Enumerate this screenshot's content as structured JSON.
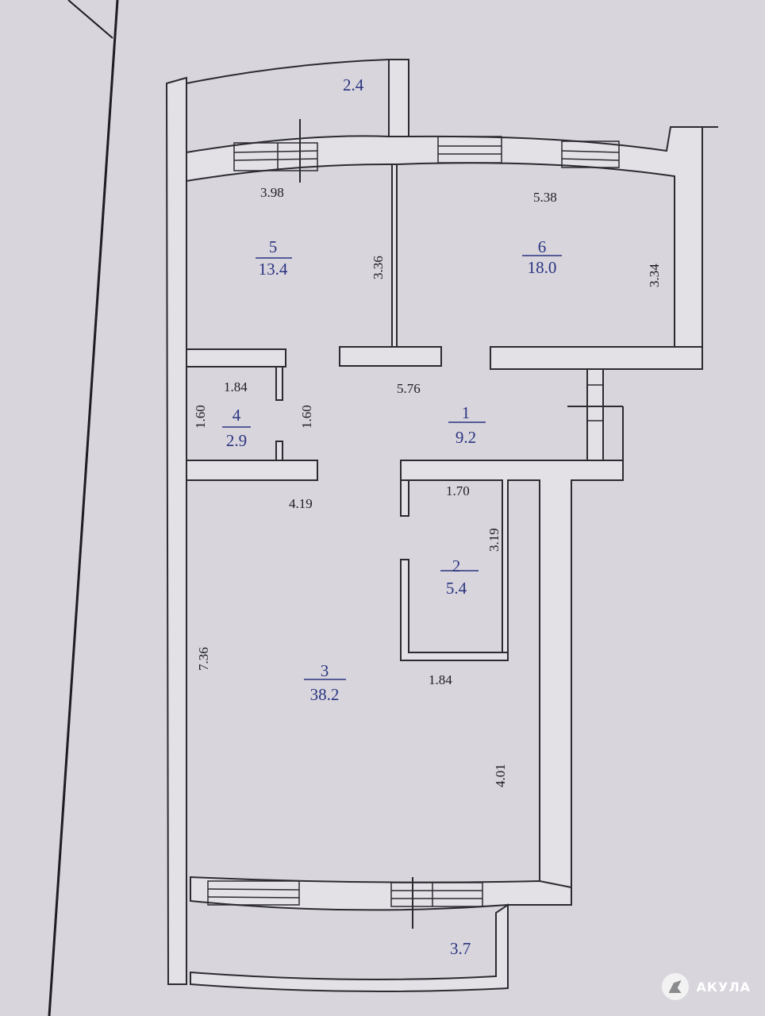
{
  "rooms": [
    {
      "number": "1",
      "area": "9.2"
    },
    {
      "number": "2",
      "area": "5.4"
    },
    {
      "number": "3",
      "area": "38.2"
    },
    {
      "number": "4",
      "area": "2.9"
    },
    {
      "number": "5",
      "area": "13.4"
    },
    {
      "number": "6",
      "area": "18.0"
    }
  ],
  "balconies": {
    "top": "2.4",
    "bottom": "3.7"
  },
  "dimensions": {
    "room5_width": "3.98",
    "room5_height": "3.36",
    "room6_width": "5.38",
    "room6_height": "3.34",
    "corridor_width": "5.76",
    "room4_width": "1.84",
    "room4_height_left": "1.60",
    "room4_height_right": "1.60",
    "room3_top": "4.19",
    "room3_height": "7.36",
    "room2_width": "1.70",
    "room2_height": "3.19",
    "room2_bottom": "1.84",
    "room3_right": "4.01"
  },
  "watermark": {
    "brand": "АКУЛА"
  }
}
